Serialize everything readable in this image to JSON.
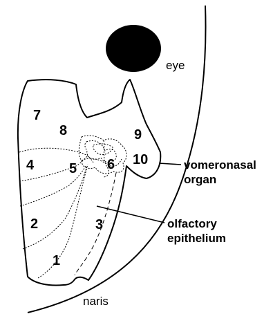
{
  "labels": {
    "eye": "eye",
    "vomeronasal_line1": "vomeronasal",
    "vomeronasal_line2": "organ",
    "olfactory_line1": "olfactory",
    "olfactory_line2": "epithelium",
    "naris": "naris"
  },
  "zones": [
    "1",
    "2",
    "3",
    "4",
    "5",
    "6",
    "7",
    "8",
    "9",
    "10"
  ],
  "colors": {
    "ink": "#000000",
    "background": "#ffffff"
  }
}
